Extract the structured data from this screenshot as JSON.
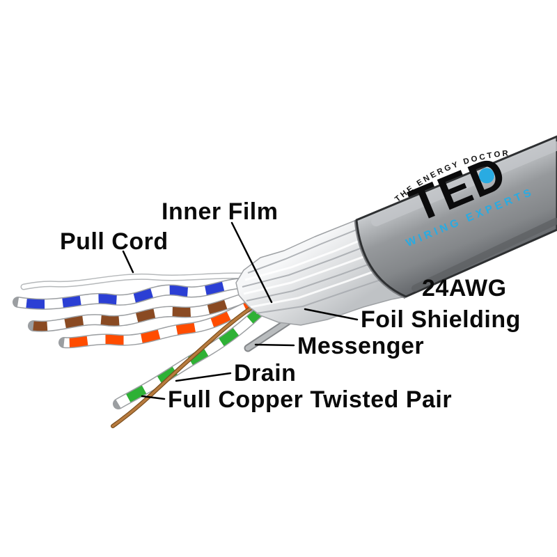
{
  "diagram": {
    "labels": {
      "inner_film": "Inner Film",
      "pull_cord": "Pull Cord",
      "awg": "24AWG",
      "foil_shielding": "Foil Shielding",
      "messenger": "Messenger",
      "drain": "Drain",
      "full_copper_twisted_pair": "Full Copper Twisted Pair"
    },
    "logo": {
      "arc_text": "THE ENERGY DOCTOR",
      "brand": "TED",
      "subtitle": "WIRING EXPERTS"
    },
    "colors": {
      "accent_blue": "#29ABE2",
      "label_text": "#0A0A0A",
      "pair_blue": "#2B3FD4",
      "pair_brown": "#8A4A22",
      "pair_orange": "#FF4C00",
      "pair_green": "#2EB135",
      "drain_copper": "#B87B3E",
      "jacket_gray": "#8E9194",
      "foil_silver": "#E4E6E8",
      "messenger_gray": "#B9BCBE"
    }
  }
}
